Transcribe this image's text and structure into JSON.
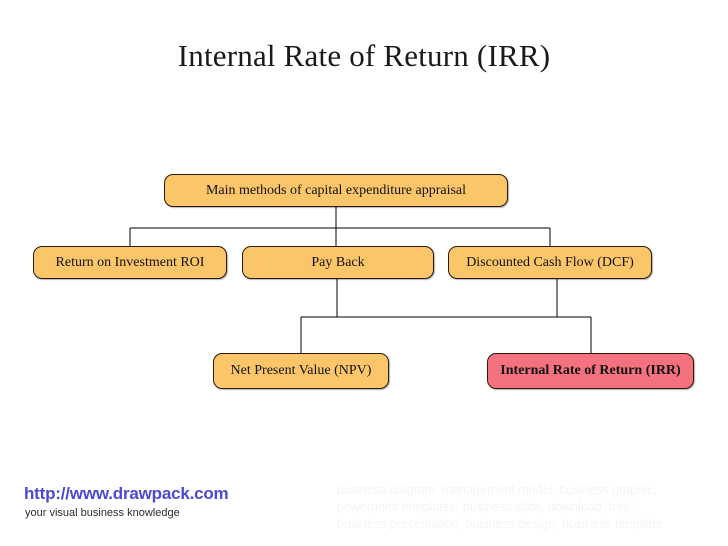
{
  "slide": {
    "title": "Internal Rate of Return (IRR)",
    "background_color": "#ffffff"
  },
  "theme": {
    "node_fill": "#fbc56a",
    "node_border": "#2b1a06",
    "highlight_fill": "#f4717f",
    "connector_color": "#000000",
    "brand_color": "#4a4ad4",
    "keyword_color": "#f4f4f4"
  },
  "diagram": {
    "type": "hierarchy",
    "nodes": [
      {
        "id": "root",
        "label": "Main methods of capital expenditure appraisal",
        "level": 0,
        "highlight": false
      },
      {
        "id": "roi",
        "label": "Return on Investment ROI",
        "level": 1,
        "highlight": false
      },
      {
        "id": "payback",
        "label": "Pay Back",
        "level": 1,
        "highlight": false
      },
      {
        "id": "dcf",
        "label": "Discounted Cash Flow (DCF)",
        "level": 1,
        "highlight": false
      },
      {
        "id": "npv",
        "label": "Net Present Value (NPV)",
        "level": 2,
        "highlight": false
      },
      {
        "id": "irr",
        "label": "Internal Rate of Return (IRR)",
        "level": 2,
        "highlight": true
      }
    ],
    "edges": [
      {
        "from": "root",
        "to": "roi"
      },
      {
        "from": "root",
        "to": "payback"
      },
      {
        "from": "root",
        "to": "dcf"
      },
      {
        "from": "payback",
        "to": "npv"
      },
      {
        "from": "payback",
        "to": "irr"
      },
      {
        "from": "dcf",
        "to": "npv"
      },
      {
        "from": "dcf",
        "to": "irr"
      }
    ]
  },
  "footer": {
    "url": "http://www.drawpack.com",
    "tagline": "your visual business knowledge",
    "keywords": [
      "business diagram, management model, business graphic,",
      "powerpoint templates, business slide, download, free,",
      "business presentation, business design, business template"
    ]
  }
}
